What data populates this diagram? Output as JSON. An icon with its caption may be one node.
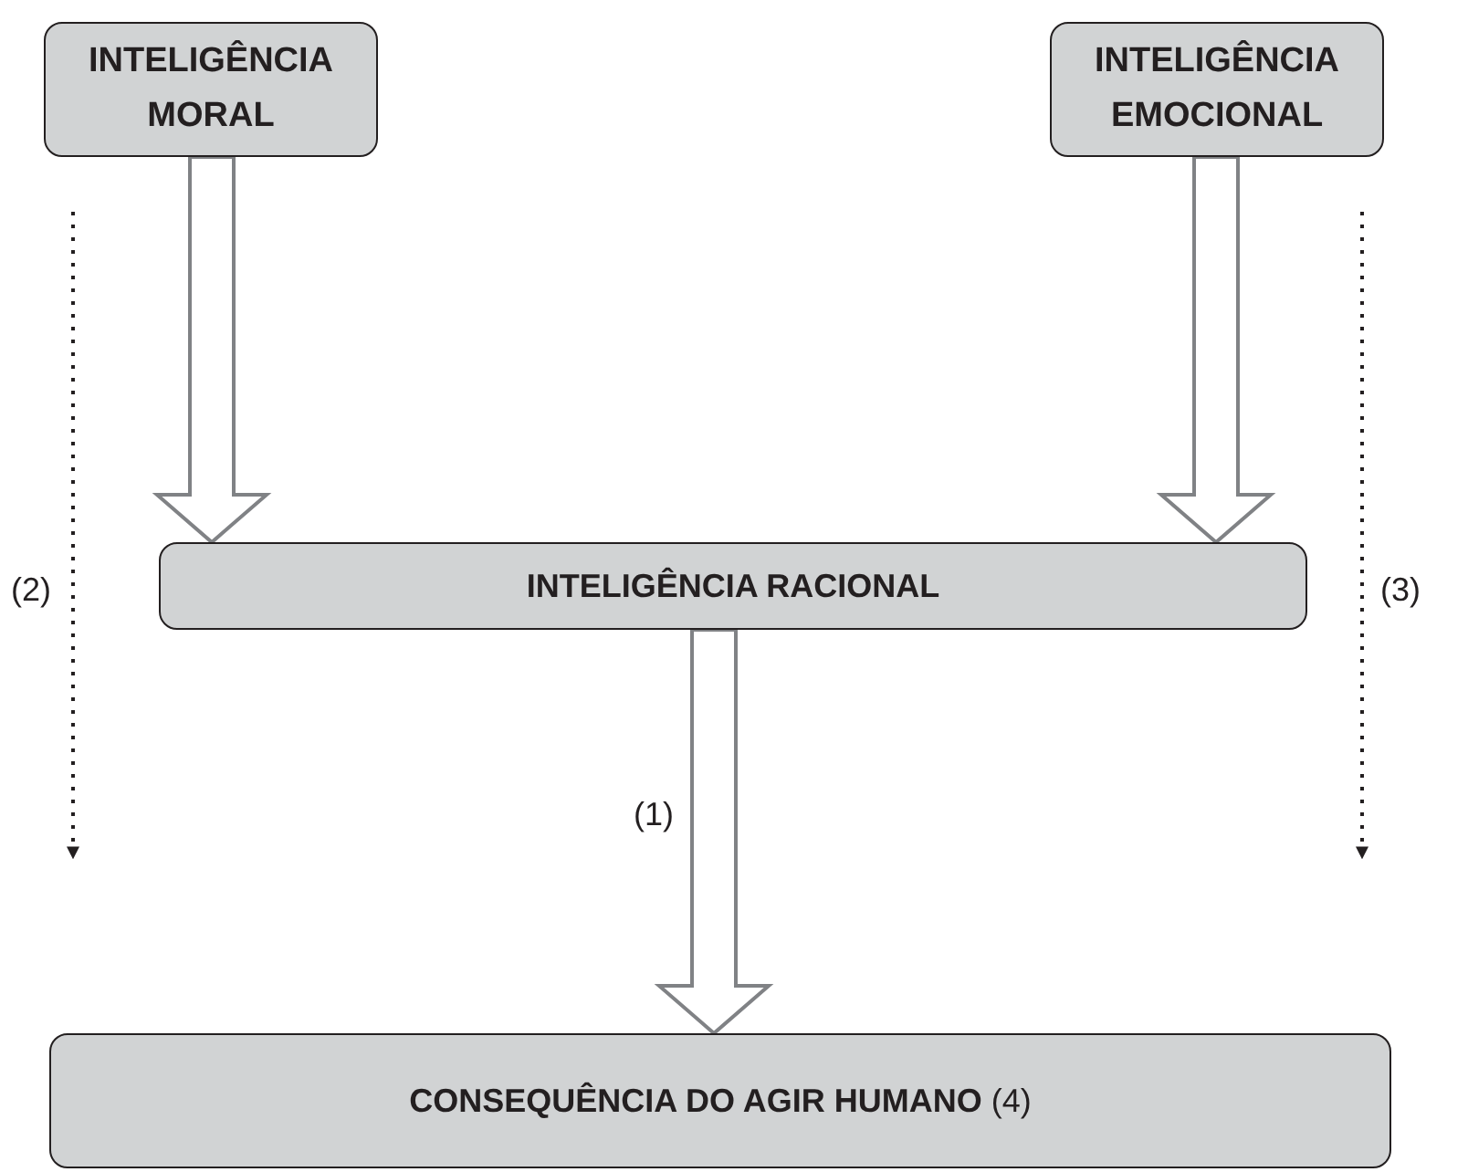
{
  "diagram": {
    "nodes": [
      {
        "text": [
          "INTELIGÊNCIA MORAL"
        ]
      },
      {
        "text": [
          "INTELIGÊNCIA EMOCIONAL"
        ]
      },
      {
        "text": [
          "INTELIGÊNCIA RACIONAL"
        ]
      },
      {
        "text": [
          "**CONSEQUÊNCIA DO AGIR HUMANO** (4)"
        ]
      }
    ],
    "edges": [
      {
        "from": 0,
        "to": 2,
        "arrow": "to"
      },
      {
        "from": 1,
        "to": 2,
        "arrow": "to"
      },
      {
        "from": 0,
        "to": null,
        "arrow": "to",
        "style": "dashed",
        "label": "(2)"
      },
      {
        "from": 1,
        "to": null,
        "arrow": "to",
        "style": "dashed",
        "label": "(3)"
      },
      {
        "from": 2,
        "to": 3,
        "arrow": "to",
        "label": "(1)"
      }
    ]
  }
}
